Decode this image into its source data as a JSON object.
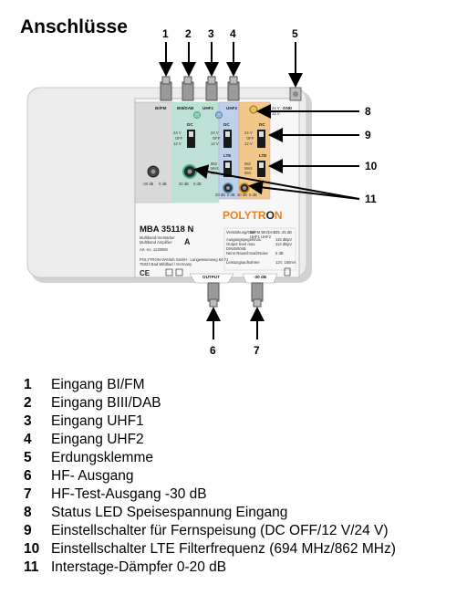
{
  "title": "Anschlüsse",
  "device": {
    "model": "MBA 35118 N",
    "brand_left": "POLYTR",
    "brand_mid": "O",
    "brand_right": "N",
    "desc_de": "Multiband-Verstärker",
    "desc_en": "Multiband Amplifier",
    "article": "Art.-no. 1130060",
    "energy_class": "A",
    "maker_line1": "POLYTRON-Vertrieb GmbH · Langwiesenweg 64-71",
    "maker_line2": "75323 Bad Wildbad / Germany",
    "input_labels": {
      "bifm": "BI/FM",
      "bdab": "BIII/DAB",
      "uhf1": "UHF1",
      "uhf2": "UHF2"
    },
    "gnd_label": "GND",
    "dc_label": "DC",
    "lte_label": "LTE",
    "dc_options": [
      "24 V",
      "OFF",
      "12 V"
    ],
    "lte_options": [
      "862",
      "MHz",
      "694"
    ],
    "led_voltage": [
      "24 V",
      "12 V"
    ],
    "atten_left": [
      "-30 dB",
      "0 dB"
    ],
    "atten_right": [
      "20 dB",
      "0 dB"
    ],
    "table_labels": [
      "Verstärkung/Gain",
      "Ausgangspegel/max.",
      "Output level max.",
      "DIN45004B",
      "Nenn-Rauschmaß/Noise",
      "Leistungsaufnahme"
    ],
    "table_values": [
      "BI/FM BIII/DAB",
      "UHF1 UHF2",
      "35..35 dB",
      "116 dBµV",
      "114 dBµV",
      "5 dB",
      "12V, 160mA"
    ],
    "output_label": "OUTPUT",
    "test_label": "-30 dB"
  },
  "callouts": [
    "1",
    "2",
    "3",
    "4",
    "5",
    "6",
    "7",
    "8",
    "9",
    "10",
    "11"
  ],
  "legend": [
    {
      "num": "1",
      "text": "Eingang BI/FM"
    },
    {
      "num": "2",
      "text": "Eingang BIII/DAB"
    },
    {
      "num": "3",
      "text": "Eingang UHF1"
    },
    {
      "num": "4",
      "text": "Eingang UHF2"
    },
    {
      "num": "5",
      "text": "Erdungsklemme"
    },
    {
      "num": "6",
      "text": "HF- Ausgang"
    },
    {
      "num": "7",
      "text": "HF-Test-Ausgang -30 dB"
    },
    {
      "num": "8",
      "text": "Status LED Speisespannung Eingang"
    },
    {
      "num": "9",
      "text": "Einstellschalter für Fernspeisung (DC OFF/12 V/24 V)"
    },
    {
      "num": "10",
      "text": "Einstellschalter LTE Filterfrequenz (694 MHz/862 MHz)"
    },
    {
      "num": "11",
      "text": "Interstage-Dämpfer 0-20 dB"
    }
  ],
  "colors": {
    "green": "#bfe0d6",
    "blue": "#bfd0ea",
    "orange": "#f2c78a",
    "housing": "#e3e3e3",
    "logo_orange": "#e8821e"
  }
}
